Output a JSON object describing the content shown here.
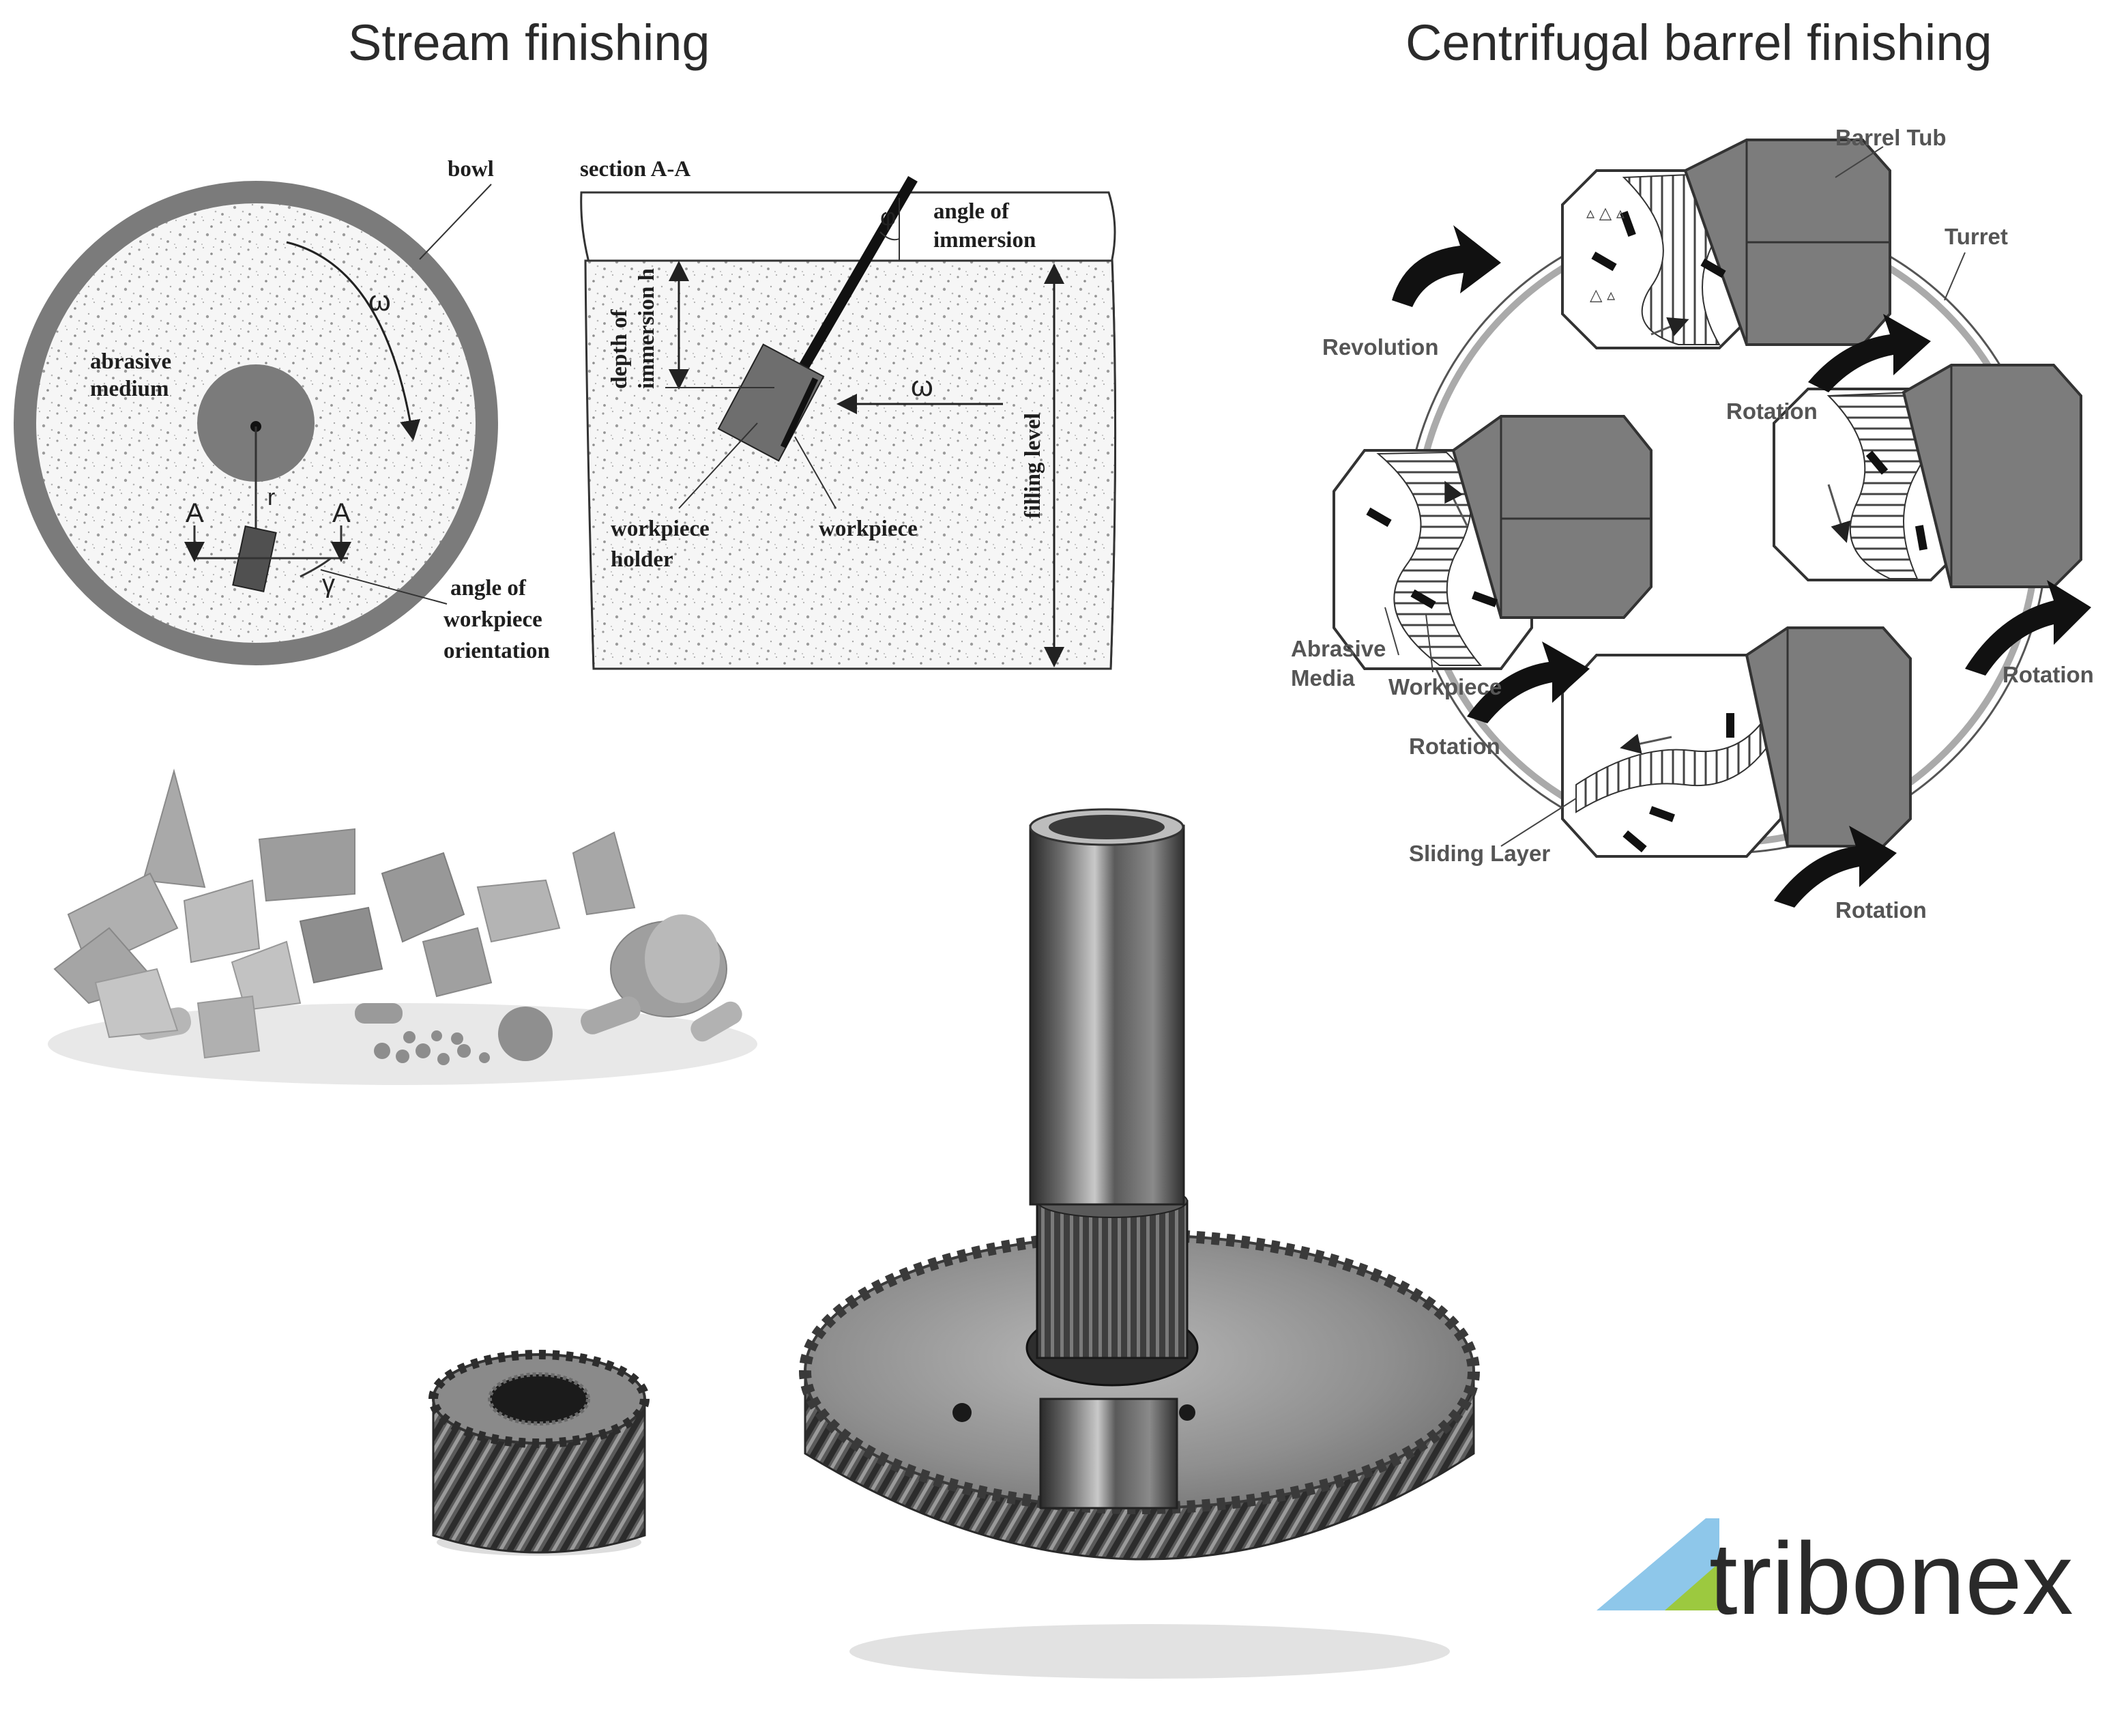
{
  "colors": {
    "bowl": "#7b7b7b",
    "medium": "#f3f3f3",
    "dark_gray": "#777777",
    "metal": "#4a4a4a",
    "logo_blue": "#8ec7ea",
    "logo_green": "#9cc93f"
  },
  "stream": {
    "title": "Stream finishing",
    "bowl_label": "bowl",
    "omega": "ω",
    "abrasive_medium": [
      "abrasive",
      "medium"
    ],
    "r": "r",
    "A_left": "A",
    "A_right": "A",
    "gamma": "γ",
    "angle_workpiece_orientation": [
      "angle of",
      "workpiece",
      "orientation"
    ],
    "section": "section A-A",
    "phi": "φ",
    "angle_of_immersion": [
      "angle of",
      "immersion"
    ],
    "depth_of_immersion": [
      "depth of",
      "immersion h"
    ],
    "omega_section": "ω",
    "filling_level": "filling level",
    "workpiece_holder": [
      "workpiece",
      "holder"
    ],
    "workpiece": "workpiece"
  },
  "centrifugal": {
    "title": "Centrifugal barrel finishing",
    "barrel_tub": "Barrel Tub",
    "turret": "Turret",
    "revolution": "Revolution",
    "rotation_top": "Rotation",
    "abrasive_media": [
      "Abrasive",
      "Media"
    ],
    "workpiece": "Workpiece",
    "rotation_left": "Rotation",
    "rotation_right": "Rotation",
    "sliding_layer": "Sliding Layer",
    "rotation_bottom": "Rotation"
  },
  "photos": {
    "media_pile": "abrasive-media-pile",
    "small_gear": "helical-pinion-gear",
    "large_gear": "helical-gear-with-shaft"
  },
  "logo": {
    "text": "tribonex"
  }
}
